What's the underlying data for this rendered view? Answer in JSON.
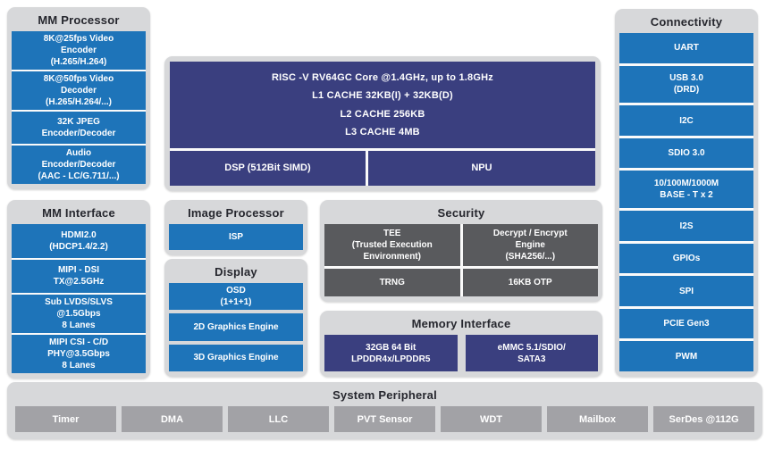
{
  "colors": {
    "blue": "#1e74b9",
    "navy": "#3a3f7f",
    "darkgray": "#595a5d",
    "midgray": "#a2a2a6",
    "panel": "#d7d8da",
    "sep": "#fafafa",
    "title": "#26272e"
  },
  "panels": {
    "mm_processor": {
      "title": "MM Processor",
      "items": [
        "8K@25fps Video\nEncoder\n(H.265/H.264)",
        "8K@50fps Video\nDecoder\n(H.265/H.264/...)",
        "32K JPEG\nEncoder/Decoder",
        "Audio\nEncoder/Decoder\n(AAC - LC/G.711/...)"
      ]
    },
    "mm_interface": {
      "title": "MM Interface",
      "items": [
        "HDMI2.0\n(HDCP1.4/2.2)",
        "MIPI - DSI\nTX@2.5GHz",
        "Sub LVDS/SLVS\n@1.5Gbps\n8 Lanes",
        "MIPI CSI - C/D\nPHY@3.5Gbps\n8 Lanes"
      ]
    },
    "core": {
      "main": "RISC -V  RV64GC Core @1.4GHz, up to 1.8GHz\nL1 CACHE 32KB(I) + 32KB(D)\nL2 CACHE  256KB\nL3 CACHE  4MB",
      "dsp": "DSP (512Bit SIMD)",
      "npu": "NPU"
    },
    "image_processor": {
      "title": "Image Processor",
      "items": [
        "ISP"
      ]
    },
    "display": {
      "title": "Display",
      "items": [
        "OSD\n(1+1+1)",
        "2D Graphics Engine",
        "3D Graphics Engine"
      ]
    },
    "security": {
      "title": "Security",
      "items": [
        "TEE\n(Trusted Execution\nEnvironment)",
        "Decrypt / Encrypt\nEngine\n(SHA256/...)",
        "TRNG",
        "16KB OTP"
      ]
    },
    "memory_interface": {
      "title": "Memory Interface",
      "items": [
        "32GB 64 Bit\nLPDDR4x/LPDDR5",
        "eMMC 5.1/SDIO/\nSATA3"
      ]
    },
    "connectivity": {
      "title": "Connectivity",
      "items": [
        "UART",
        "USB 3.0\n(DRD)",
        "I2C",
        "SDIO 3.0",
        "10/100M/1000M\nBASE - T x 2",
        "I2S",
        "GPIOs",
        "SPI",
        "PCIE Gen3",
        "PWM"
      ]
    },
    "system_peripheral": {
      "title": "System Peripheral",
      "items": [
        "Timer",
        "DMA",
        "LLC",
        "PVT Sensor",
        "WDT",
        "Mailbox",
        "SerDes @112G"
      ]
    }
  }
}
